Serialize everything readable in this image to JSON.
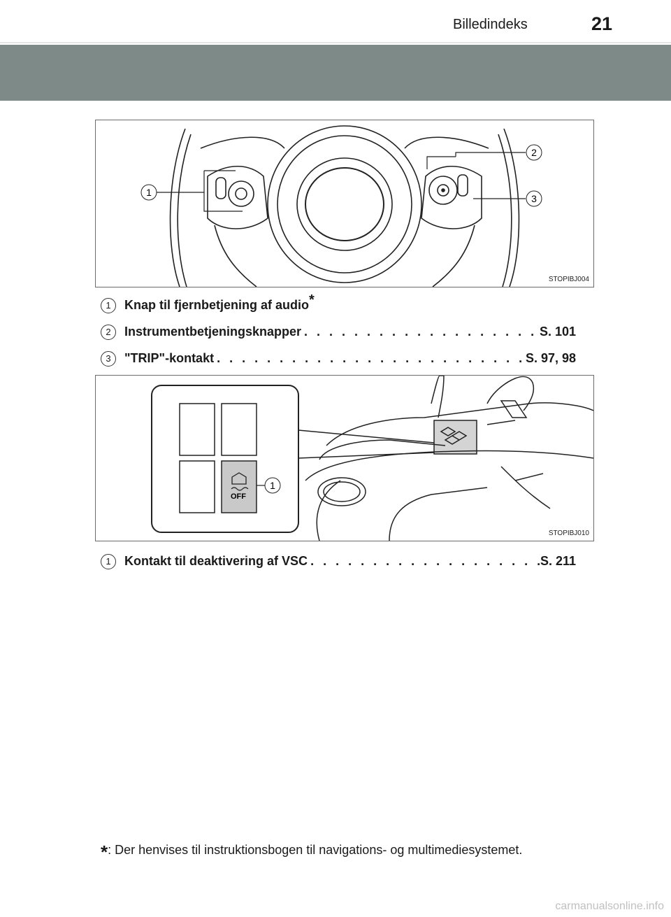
{
  "header": {
    "section_title": "Billedindeks",
    "page_number": "21"
  },
  "figure1": {
    "code": "STOPIBJ004",
    "callouts": [
      "1",
      "2",
      "3"
    ]
  },
  "items1": [
    {
      "num": "1",
      "label": "Knap til fjernbetjening af audio",
      "marker": "*"
    },
    {
      "num": "2",
      "label": "Instrumentbetjeningsknapper",
      "ref": "S. 101"
    },
    {
      "num": "3",
      "label": "\"TRIP\"-kontakt",
      "ref": "S. 97, 98"
    }
  ],
  "figure2": {
    "code": "STOPIBJ010",
    "callout": "1",
    "switch_text": "OFF"
  },
  "items2": [
    {
      "num": "1",
      "label": "Kontakt til deaktivering af VSC",
      "ref": "S. 211"
    }
  ],
  "footnote": {
    "marker": "*",
    "text": ": Der henvises til instruktionsbogen til navigations- og multimediesystemet."
  },
  "watermark": "carmanualsonline.info"
}
